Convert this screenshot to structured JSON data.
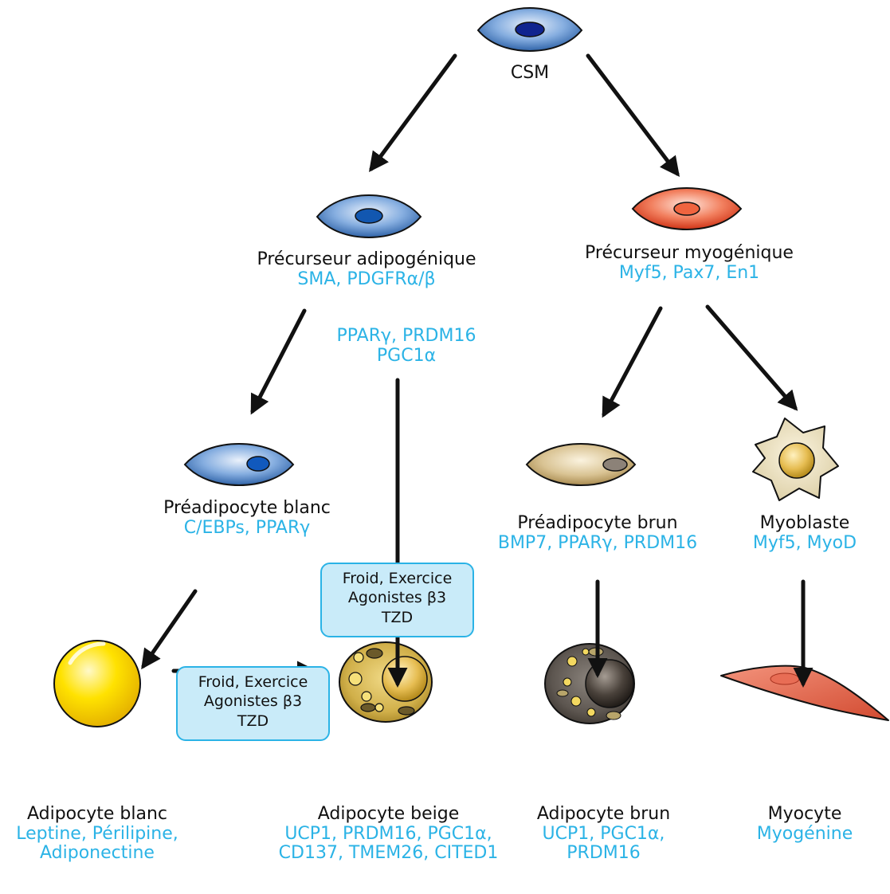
{
  "cells": {
    "csm": {
      "name": "CSM"
    },
    "adipogenic_precursor": {
      "name": "Précurseur adipogénique",
      "markers": "SMA, PDGFRα/β"
    },
    "myogenic_precursor": {
      "name": "Précurseur myogénique",
      "markers": "Myf5, Pax7, En1"
    },
    "white_preadipocyte": {
      "name": "Préadipocyte blanc",
      "markers": "C/EBPs, PPARγ"
    },
    "brown_preadipocyte": {
      "name": "Préadipocyte brun",
      "markers": "BMP7, PPARγ, PRDM16"
    },
    "myoblast": {
      "name": "Myoblaste",
      "markers": "Myf5, MyoD"
    },
    "white_adipocyte": {
      "name": "Adipocyte blanc",
      "markers_line1": "Leptine, Périlipine,",
      "markers_line2": "Adiponectine"
    },
    "beige_adipocyte": {
      "name": "Adipocyte beige",
      "markers_line1": "UCP1, PRDM16, PGC1α,",
      "markers_line2": "CD137, TMEM26, CITED1"
    },
    "brown_adipocyte": {
      "name": "Adipocyte brun",
      "markers_line1": "UCP1, PGC1α,",
      "markers_line2": "PRDM16"
    },
    "myocyte": {
      "name": "Myocyte",
      "markers": "Myogénine"
    }
  },
  "beige_factors": {
    "line1": "PPARγ, PRDM16",
    "line2": "PGC1α"
  },
  "conditions": [
    {
      "line1": "Froid, Exercice",
      "line2": "Agonistes β3",
      "line3": "TZD"
    },
    {
      "line1": "Froid, Exercice",
      "line2": "Agonistes β3",
      "line3": "TZD"
    }
  ],
  "colors": {
    "marker_text": "#2BB3E6",
    "label_text": "#111111",
    "condition_box_fill": "#c9ebf9",
    "condition_box_border": "#2BB3E6",
    "blue_cell": "#4f86c6",
    "red_cell": "#e8553a",
    "tan_cell": "#c8b07c",
    "white_adipocyte": "#f2d200",
    "beige_adipocyte": "#c9a938",
    "brown_adipocyte": "#5a534d",
    "myocyte": "#e0604a"
  }
}
